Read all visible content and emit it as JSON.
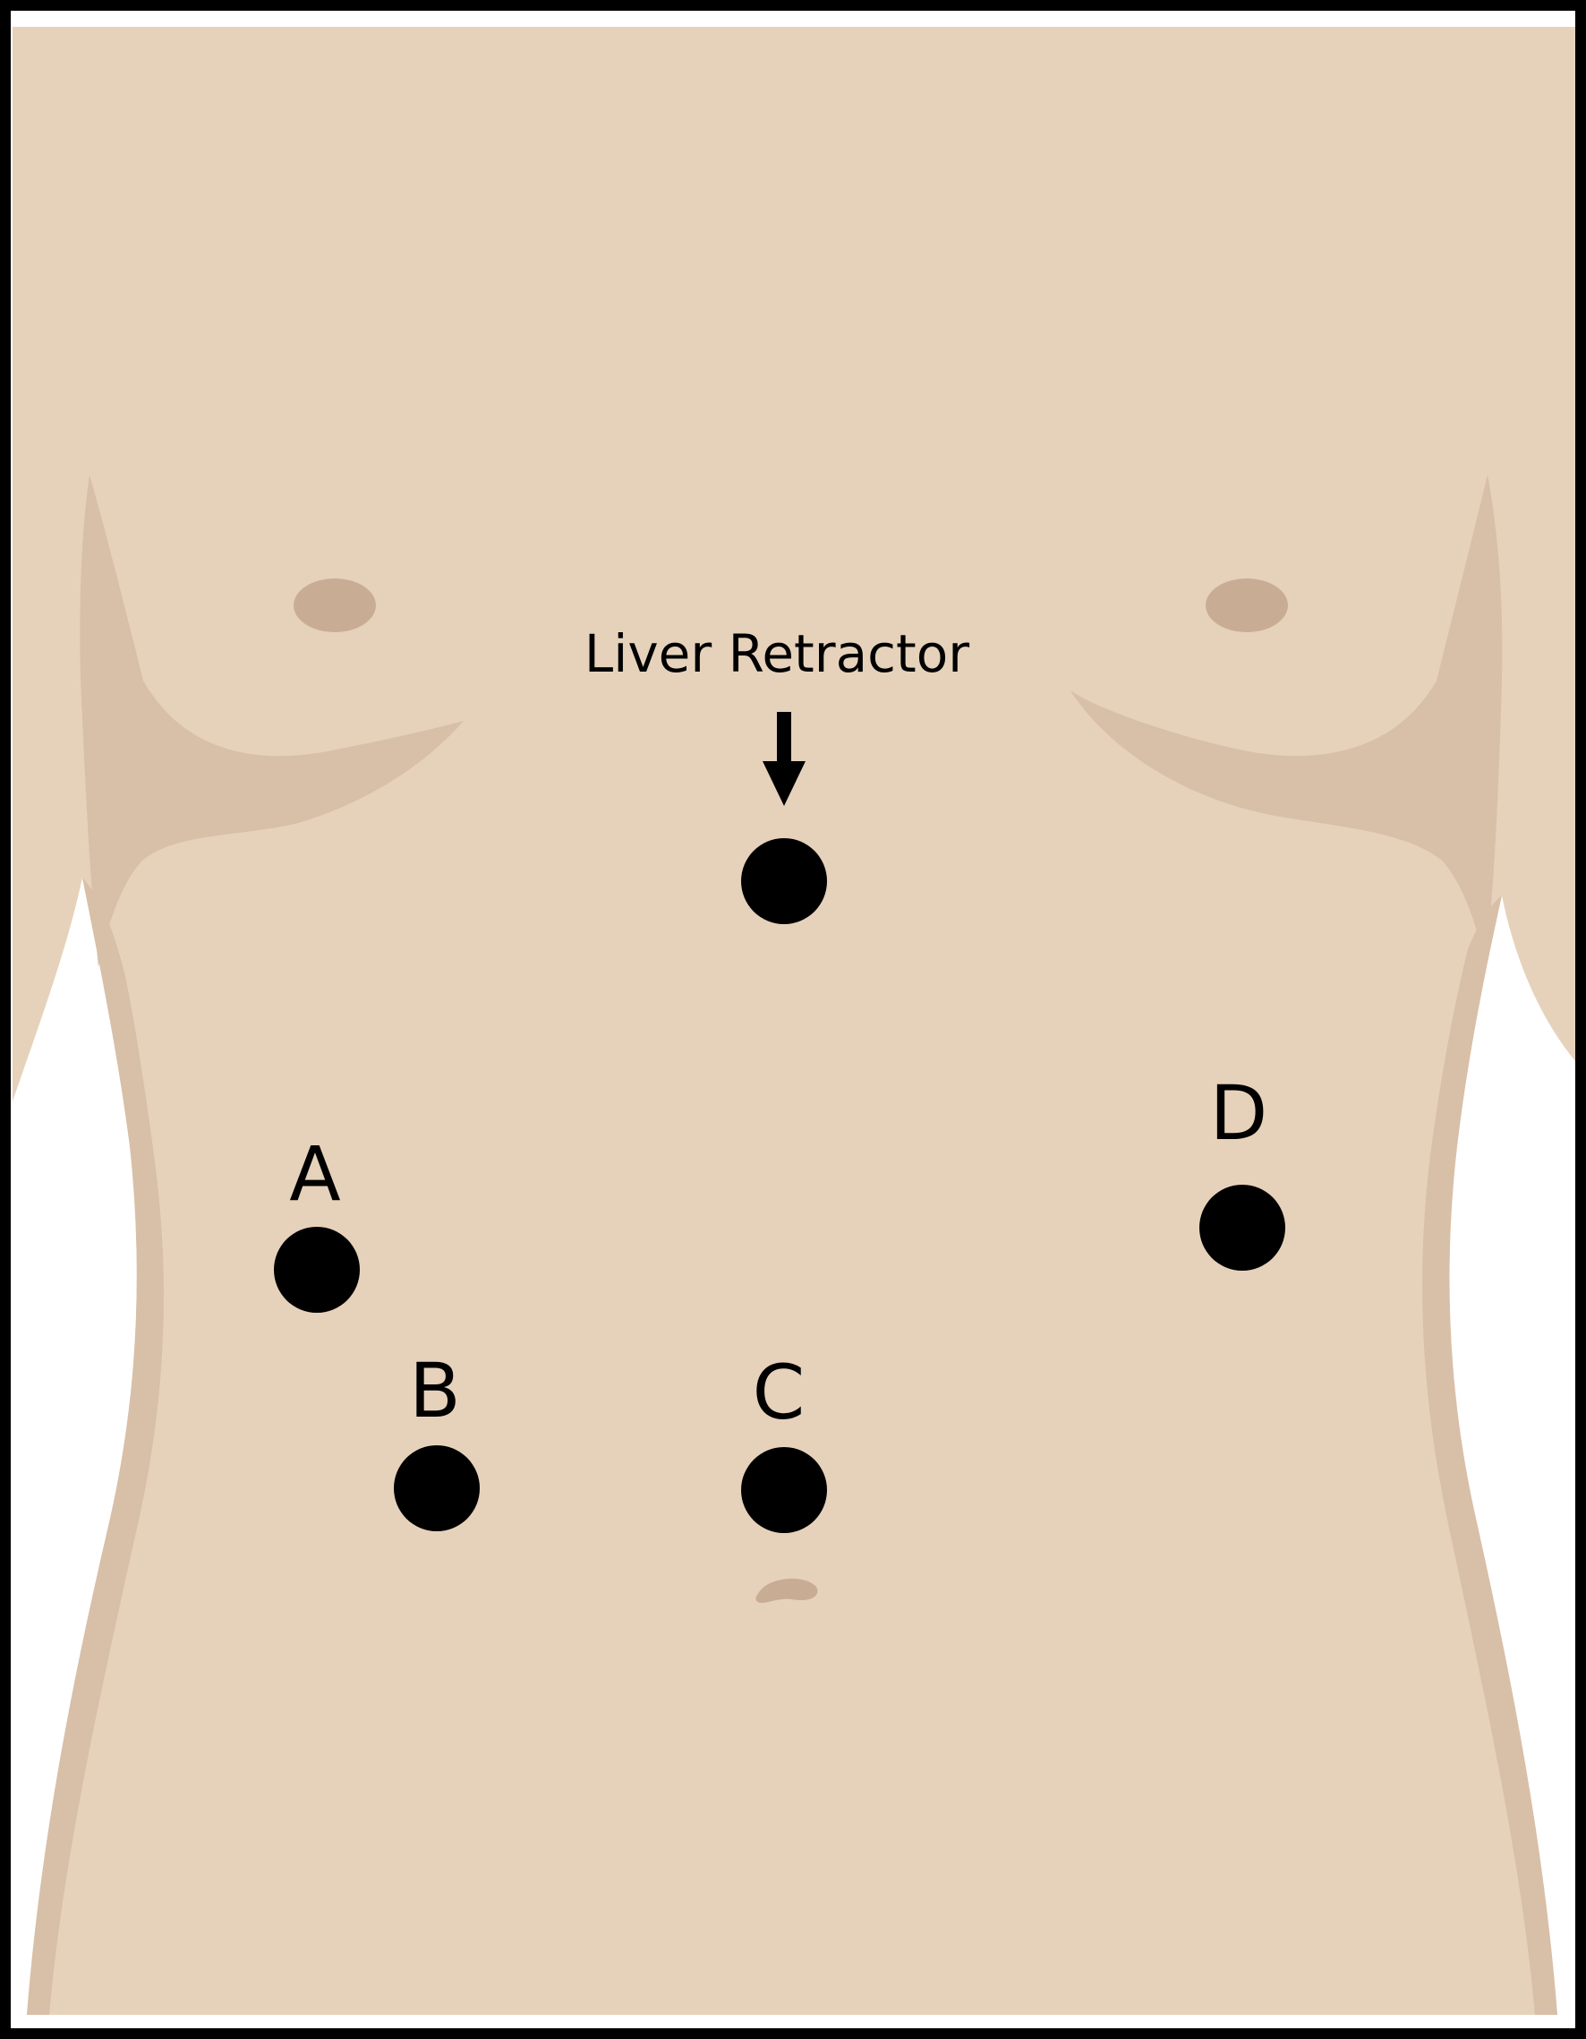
{
  "colors": {
    "skin": "#e6d2bb",
    "shadow": "#d8bfa8",
    "nipple": "#c8ad94",
    "port": "#000000",
    "frame": "#000000",
    "background": "#ffffff"
  },
  "callout": {
    "label": "Liver Retractor",
    "icon": "arrow-down-icon"
  },
  "ports": [
    {
      "id": "retractor",
      "label": ""
    },
    {
      "id": "a",
      "label": "A"
    },
    {
      "id": "b",
      "label": "B"
    },
    {
      "id": "c",
      "label": "C"
    },
    {
      "id": "d",
      "label": "D"
    }
  ]
}
